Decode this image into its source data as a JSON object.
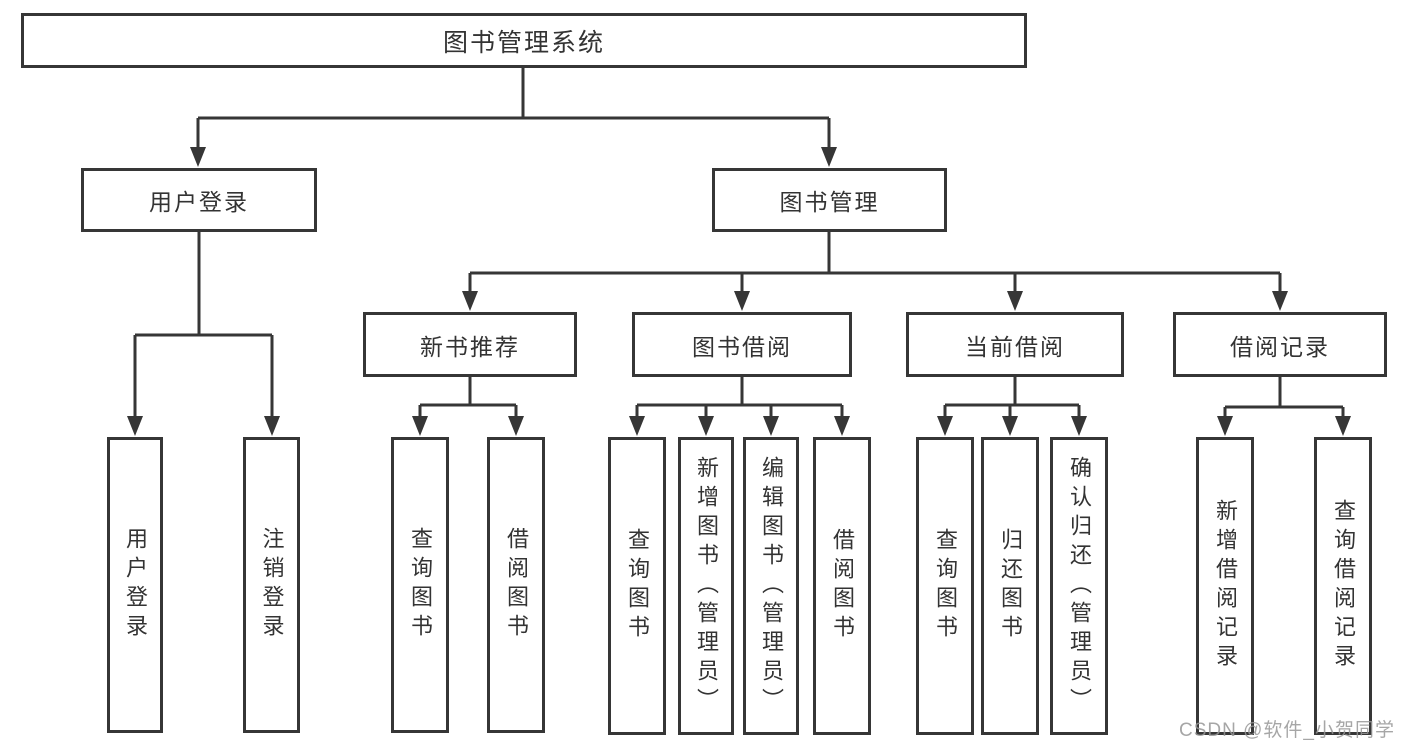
{
  "diagram_title": "图书管理系统",
  "colors": {
    "line": "#363636",
    "box_border": "#363636",
    "text": "#333333",
    "watermark": "#969696",
    "background": "#ffffff"
  },
  "nodes": {
    "root": "图书管理系统",
    "user_login": "用户登录",
    "book_mgmt": "图书管理",
    "login_leaf_login": "用户登录",
    "login_leaf_logout": "注销登录",
    "new_books": "新书推荐",
    "book_borrow": "图书借阅",
    "current_borrow": "当前借阅",
    "borrow_records": "借阅记录",
    "nb_query": "查询图书",
    "nb_borrow": "借阅图书",
    "bb_query": "查询图书",
    "bb_add": "新增图书（管理员）",
    "bb_edit": "编辑图书（管理员）",
    "bb_borrow": "借阅图书",
    "cb_query": "查询图书",
    "cb_return": "归还图书",
    "cb_confirm": "确认归还（管理员）",
    "br_add": "新增借阅记录",
    "br_query": "查询借阅记录"
  },
  "watermark": "CSDN @软件_小贺同学"
}
